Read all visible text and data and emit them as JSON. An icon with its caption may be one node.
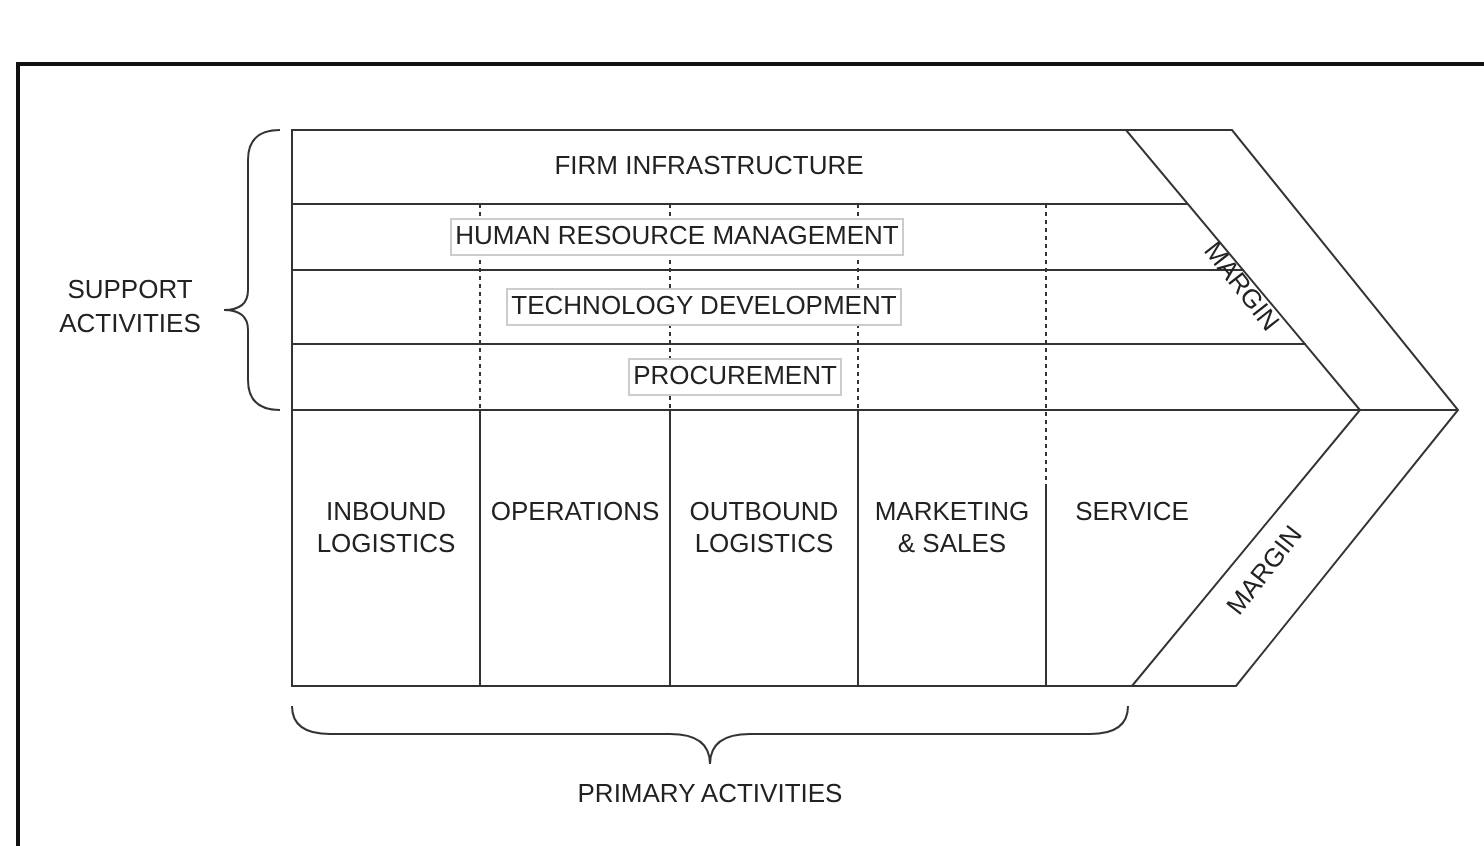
{
  "diagram": {
    "nodes": [
      {
        "text": [
          "FIRM INFRASTRUCTURE"
        ]
      },
      {
        "text": [
          "HUMAN RESOURCE MANAGEMENT"
        ]
      },
      {
        "text": [
          "TECHNOLOGY DEVELOPMENT"
        ]
      },
      {
        "text": [
          "PROCUREMENT"
        ]
      },
      {
        "text": [
          "MARGIN"
        ]
      },
      {
        "text": [
          "INBOUND LOGISTICS"
        ]
      },
      {
        "text": [
          "OPERATIONS"
        ]
      },
      {
        "text": [
          "OUTBOUND LOGISTICS"
        ]
      },
      {
        "text": [
          "MARKETING & SALES"
        ]
      },
      {
        "text": [
          "SERVICE"
        ]
      },
      {
        "text": [
          "MARGIN"
        ]
      }
    ],
    "labels": [
      "SUPPORT ACTIVITIES",
      "PRIMARY ACTIVITIES"
    ]
  }
}
